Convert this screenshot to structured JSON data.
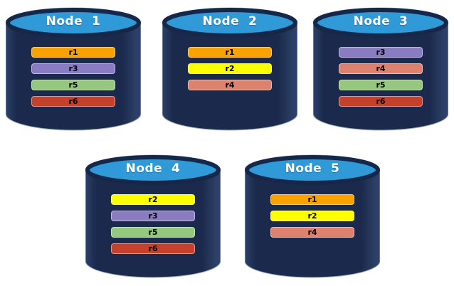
{
  "diagram": {
    "background": "#FFFFFF",
    "colors": {
      "cylinder_body": "#1B2A4C",
      "cylinder_body_highlight": "#2C4068",
      "cylinder_outline": "#9FB0C9",
      "cylinder_top_fill": "#2F9AD7",
      "cylinder_top_stroke": "#16284A",
      "title_text": "#FFFFFF",
      "bar_text": "#000000"
    },
    "replica_colors": {
      "r1": "#FAA202",
      "r2": "#FDFF00",
      "r3": "#8A7CC2",
      "r4": "#DE8270",
      "r5": "#95C87F",
      "r6": "#C5412C"
    },
    "nodes": [
      {
        "label": "Node  1",
        "replicas": [
          "r1",
          "r3",
          "r5",
          "r6"
        ]
      },
      {
        "label": "Node  2",
        "replicas": [
          "r1",
          "r2",
          "r4"
        ]
      },
      {
        "label": "Node  3",
        "replicas": [
          "r3",
          "r4",
          "r5",
          "r6"
        ]
      },
      {
        "label": "Node  4",
        "replicas": [
          "r2",
          "r3",
          "r5",
          "r6"
        ]
      },
      {
        "label": "Node  5",
        "replicas": [
          "r1",
          "r2",
          "r4"
        ]
      }
    ]
  }
}
